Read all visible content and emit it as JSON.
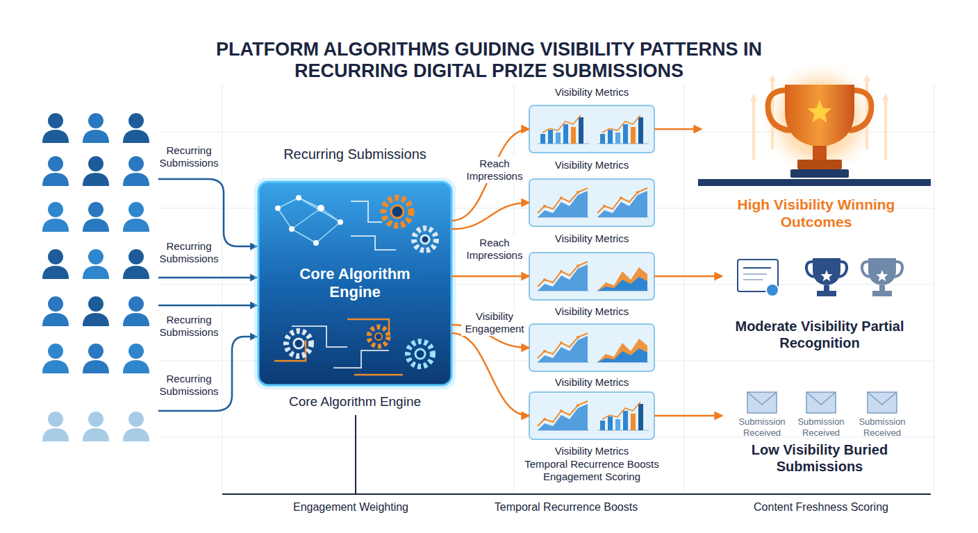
{
  "diagram": {
    "title": "PLATFORM ALGORITHMS GUIDING VISIBILITY PATTERNS IN RECURRING DIGITAL PRIZE SUBMISSIONS",
    "nodes": [
      {
        "text": [
          "Recurring Submissions",
          "Core Algorithm Engine",
          "Core Algorithm Engine"
        ]
      },
      {
        "text": [
          "Visibility Metrics",
          "Visibility Metrics"
        ]
      },
      {
        "text": [
          "Visibility Metrics"
        ]
      },
      {
        "text": [
          "Visibility Metrics"
        ]
      },
      {
        "text": [
          "Visibility Metrics"
        ]
      },
      {
        "text": [
          "Visibility Metrics",
          "Temporal Recurrence Boosts Engagement Scoring"
        ]
      },
      {
        "text": [
          "High Visibility Winning Outcomes"
        ]
      },
      {
        "text": [
          "Moderate Visibility Partial Recognition"
        ]
      },
      {
        "text": [
          "Low Visibility Buried Submissions"
        ]
      }
    ],
    "edges": [
      {
        "from": 0,
        "to": 1,
        "label": "Reach Impressions",
        "arrow": "to"
      },
      {
        "from": 0,
        "to": 2,
        "label": "Reach Impressions",
        "arrow": "to"
      },
      {
        "from": 0,
        "to": 3,
        "arrow": "to"
      },
      {
        "from": 0,
        "to": 4,
        "label": "Visibility Engagement",
        "arrow": "to"
      },
      {
        "from": 0,
        "to": 5,
        "arrow": "to"
      },
      {
        "from": 1,
        "to": 6,
        "arrow": "to"
      },
      {
        "from": 3,
        "to": 7,
        "arrow": "to"
      },
      {
        "from": 5,
        "to": 8,
        "arrow": "to"
      }
    ],
    "labels": [
      "Recurring Submissions",
      "Recurring Submissions",
      "Recurring Submissions",
      "Recurring Submissions",
      "Submission Received",
      "Submission Received",
      "Submission Received",
      "Engagement Weighting",
      "Temporal Recurrence Boosts",
      "Content Freshness Scoring"
    ]
  }
}
